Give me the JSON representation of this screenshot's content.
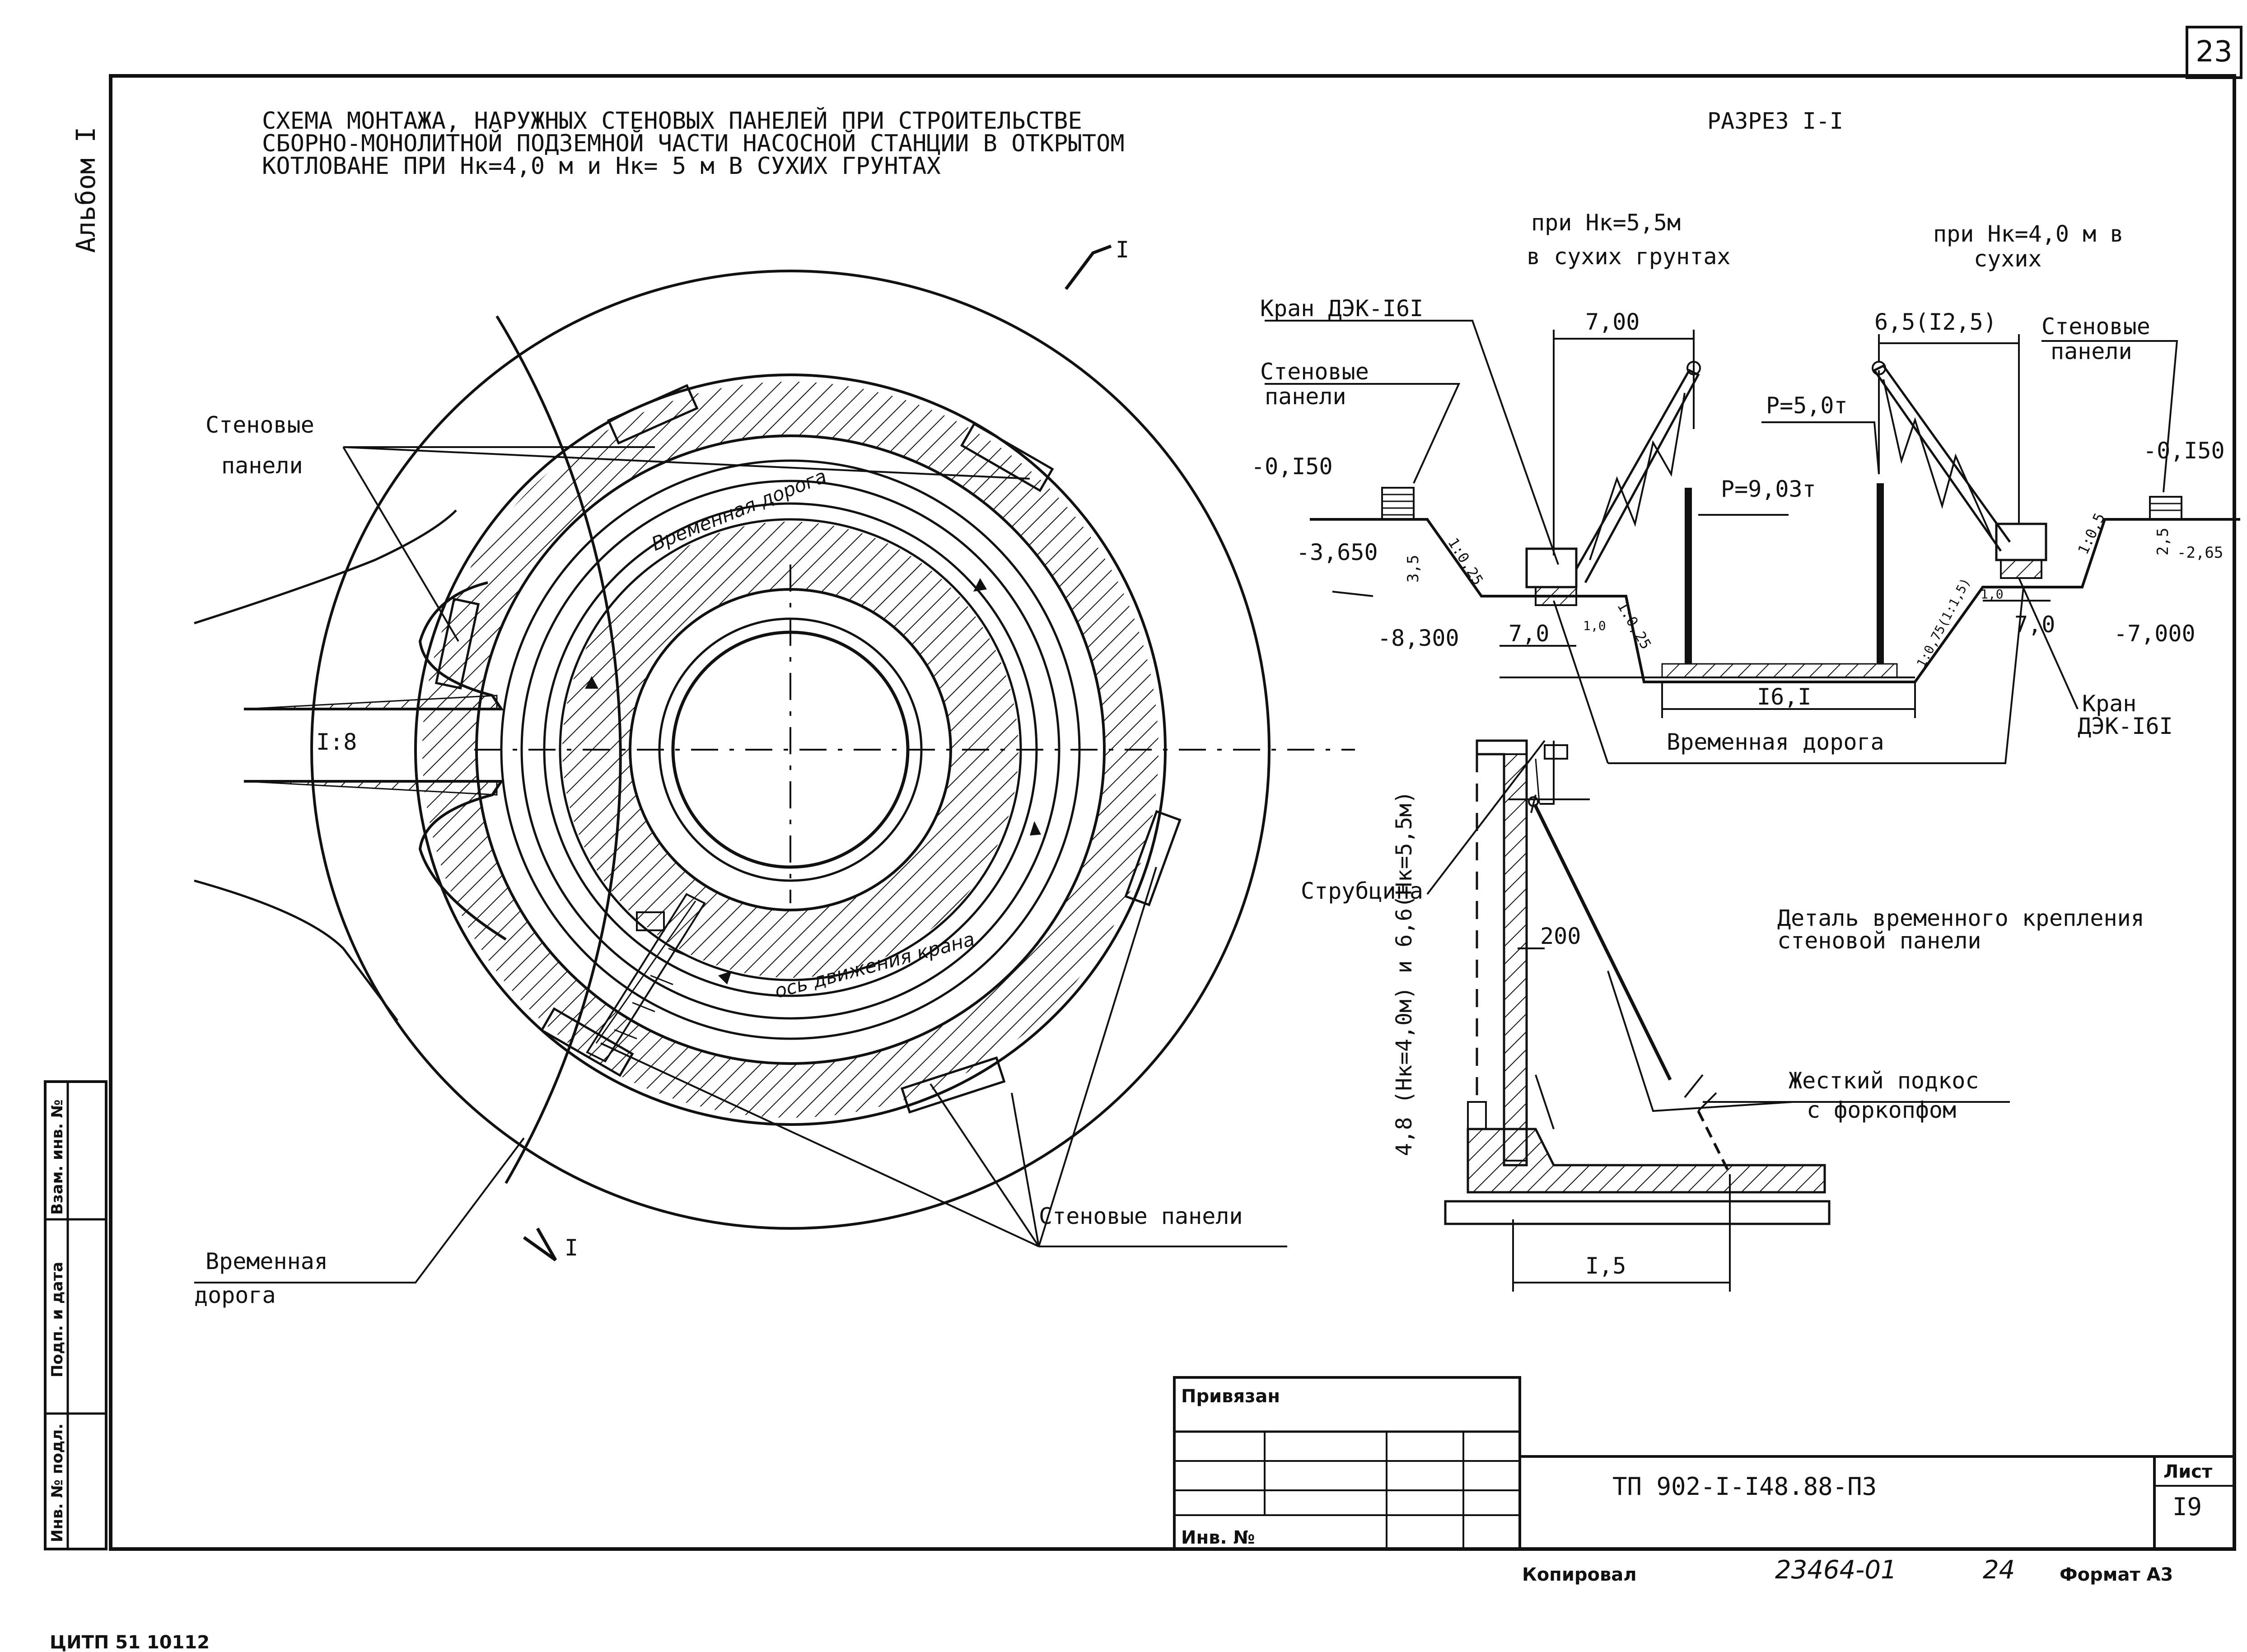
{
  "sheet_number": "23",
  "album_label": "Альбом I",
  "plan": {
    "title_lines": [
      "СХЕМА МОНТАЖА, НАРУЖНЫХ СТЕНОВЫХ ПАНЕЛЕЙ ПРИ СТРОИТЕЛЬСТВЕ",
      "СБОРНО-МОНОЛИТНОЙ ПОДЗЕМНОЙ ЧАСТИ НАСОСНОЙ СТАНЦИИ В ОТКРЫТОМ",
      "КОТЛОВАНЕ ПРИ Нк=4,0 м и Нк= 5 м В СУХИХ ГРУНТАХ"
    ],
    "wall_panels_label_1": "Стеновые",
    "wall_panels_label_2": "панели",
    "wall_panels_bottom_label": "Стеновые панели",
    "temp_road_label_1": "Временная",
    "temp_road_label_2": "дорога",
    "slope_label": "I:8",
    "section_mark": "I",
    "ring_road_text": "Временная дорога",
    "crane_axis_text": "ось движения крана"
  },
  "section": {
    "title": "РАЗРЕЗ I-I",
    "case_left_1": "при Нк=5,5м",
    "case_left_2": "в сухих грунтах",
    "case_right_1": "при Нк=4,0 м в",
    "case_right_2": "сухих",
    "crane_label": "Кран ДЭК-I6I",
    "crane_label_right_1": "Кран",
    "crane_label_right_2": "ДЭК-I6I",
    "wall_left_1": "Стеновые",
    "wall_left_2": "панели",
    "wall_right_1": "Стеновые",
    "wall_right_2": "панели",
    "dim_700": "7,00",
    "dim_65": "6,5(I2,5)",
    "load_p5": "P=5,0т",
    "load_p903": "P=9,03т",
    "lvl_0150_left": "-0,I50",
    "lvl_0150_right": "-0,I50",
    "lvl_3650": "-3,650",
    "lvl_8300": "-8,300",
    "lvl_7000": "-7,000",
    "lvl_265": "-2,65",
    "dim_70_left": "7,0",
    "dim_70_right": "7,0",
    "dim_161": "I6,I",
    "dim_35": "3,5",
    "dim_25": "2,5",
    "dim_10a": "1,0",
    "dim_10b": "1,0",
    "slope_1025": "1:0,25",
    "slope_1025b": "1:0,25",
    "slope_105": "1:0,5",
    "slope_10751": "1:0,75(1:1,5)",
    "temp_road": "Временная дорога"
  },
  "detail": {
    "title_1": "Деталь временного крепления",
    "title_2": "стеновой панели",
    "clamp": "Струбцина",
    "dim_200": "200",
    "vertical_dims": "4,8 (Нк=4,0м)  и  6,6(Нк=5,5м)",
    "brace_1": "Жесткий подкос",
    "brace_2": "с форкопфом",
    "dim_15": "I,5"
  },
  "stamp": {
    "linked": "Привязан",
    "inv_no": "Инв. №",
    "code": "ТП 902-I-I48.88-ПЗ",
    "sheet_label": "Лист",
    "sheet_value": "I9",
    "copied": "Копировал",
    "handwritten_no": "23464-01",
    "handwritten_pg": "24",
    "format": "Формат А3"
  },
  "side_stamp": {
    "inv_orig": "Инв. № подл.",
    "signed": "Подп. и дата",
    "replaced": "Взам. инв. №"
  },
  "footer": "ЦИТП  51  10112"
}
